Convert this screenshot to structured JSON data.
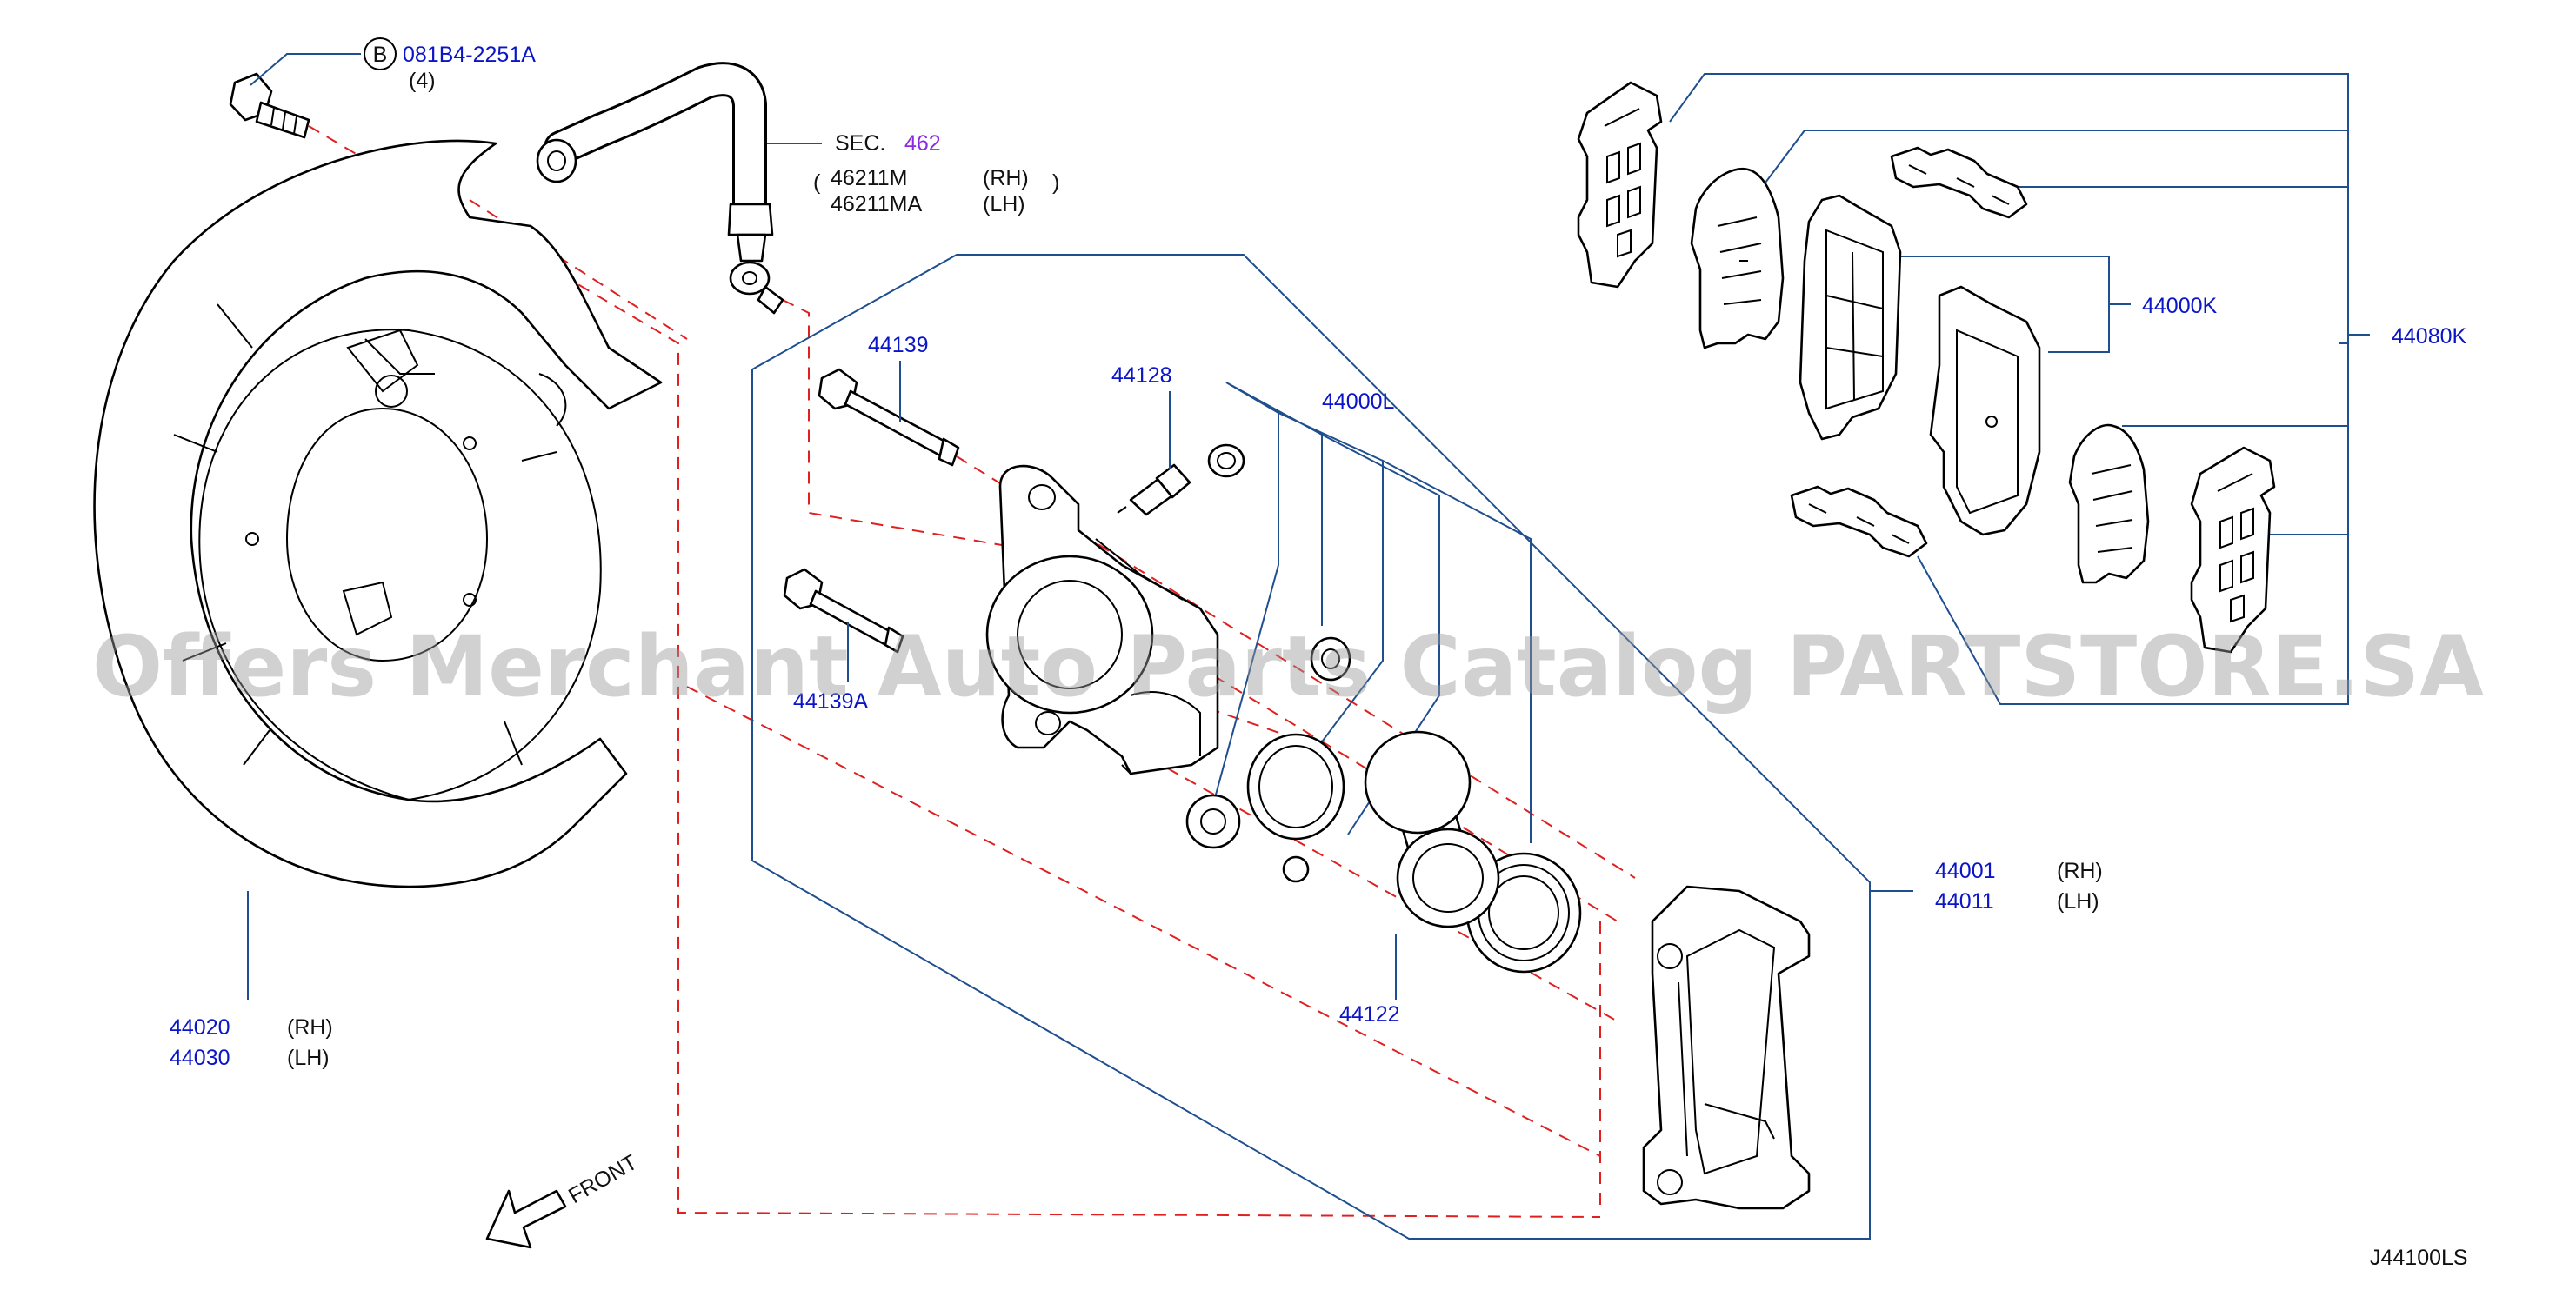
{
  "diagram": {
    "watermark": "Offers Merchant Auto Parts Catalog PARTSTORE.SA",
    "figure_code": "J44100LS",
    "front_label": "FRONT",
    "bolt": {
      "circle_letter": "B",
      "part": "081B4-2251A",
      "qty": "(4)"
    },
    "hose": {
      "sec": "SEC.",
      "sec_no": "462",
      "rh_part": "46211M",
      "rh": "(RH)",
      "lh_part": "46211MA",
      "lh": "(LH)"
    },
    "labels": {
      "p44139": "44139",
      "p44139A": "44139A",
      "p44128": "44128",
      "p44000L": "44000L",
      "p44122": "44122",
      "p44000K": "44000K",
      "p44080K": "44080K"
    },
    "caliper": {
      "rh_part": "44001",
      "rh": "(RH)",
      "lh_part": "44011",
      "lh": "(LH)"
    },
    "backplate": {
      "rh_part": "44020",
      "rh": "(RH)",
      "lh_part": "44030",
      "lh": "(LH)"
    }
  }
}
